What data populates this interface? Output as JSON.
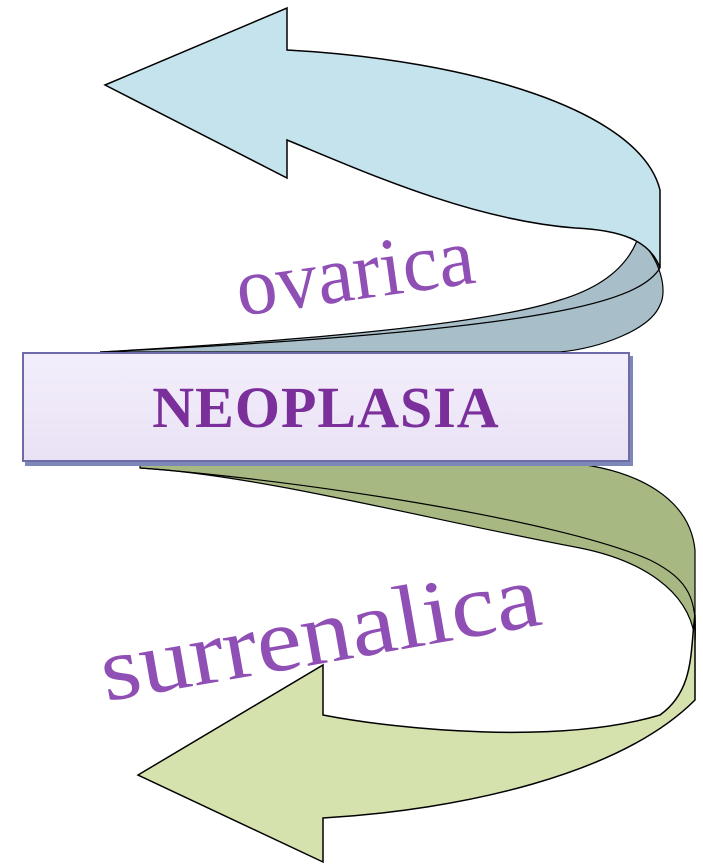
{
  "center_label": "NEOPLASIA",
  "top_word": "ovarica",
  "bottom_word": "surrenalica",
  "colors": {
    "top_arrow": "#c5e3ec",
    "top_arrow_back": "#a8bfc9",
    "bottom_arrow_back": "#a7b882",
    "bottom_arrow": "#d5e2ad",
    "word": "#8f4fb5",
    "label_text": "#7b2f9b",
    "outline": "#000000"
  }
}
